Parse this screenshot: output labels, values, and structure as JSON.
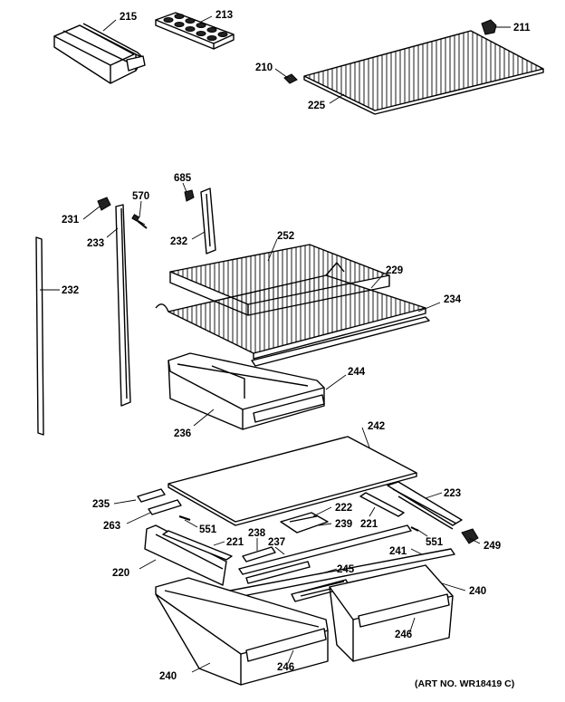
{
  "labels": {
    "p215": "215",
    "p213": "213",
    "p211": "211",
    "p210": "210",
    "p225": "225",
    "p685": "685",
    "p570": "570",
    "p231": "231",
    "p233": "233",
    "p232a": "232",
    "p232b": "232",
    "p252": "252",
    "p229": "229",
    "p234": "234",
    "p244": "244",
    "p236": "236",
    "p242": "242",
    "p235": "235",
    "p222": "222",
    "p223": "223",
    "p263": "263",
    "p239": "239",
    "p221a": "221",
    "p221b": "221",
    "p551a": "551",
    "p551b": "551",
    "p238": "238",
    "p237": "237",
    "p241": "241",
    "p249": "249",
    "p220": "220",
    "p245": "245",
    "p240a": "240",
    "p240b": "240",
    "p246a": "246",
    "p246b": "246"
  },
  "art_number": "(ART NO. WR18419 C)"
}
